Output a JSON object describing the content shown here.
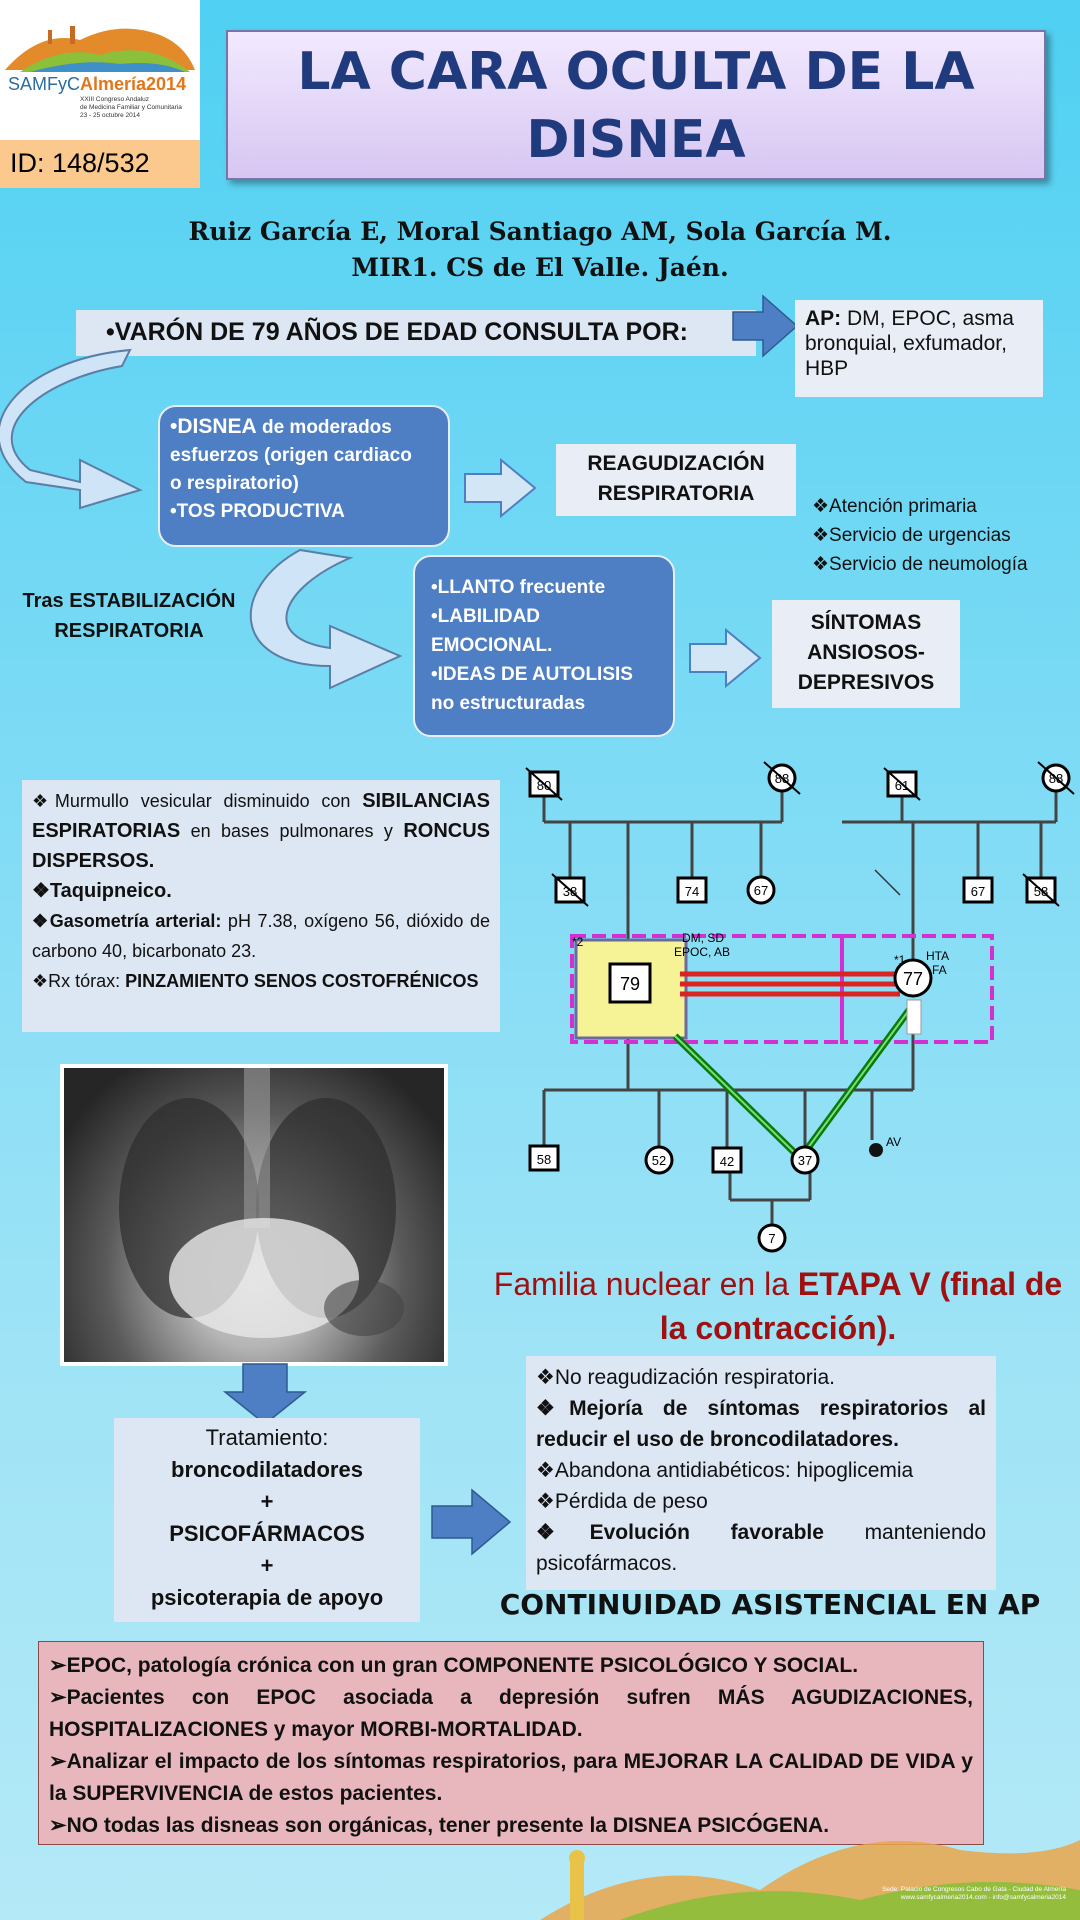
{
  "logo": {
    "brand1": "SAMFyC",
    "brand2": "Almería2014",
    "sub1": "XXIII Congreso Andaluz",
    "sub2": "de Medicina Familiar y Comunitaria",
    "sub3": "23 - 25 octubre 2014"
  },
  "poster_id": "ID: 148/532",
  "title": {
    "line1": "LA CARA OCULTA DE LA",
    "line2": "DISNEA"
  },
  "authors": {
    "line1": "Ruiz García E, Moral Santiago AM, Sola García M.",
    "line2": "MIR1. CS de El Valle. Jaén."
  },
  "consult": "•VARÓN DE 79 AÑOS DE EDAD CONSULTA POR:",
  "ap": {
    "label": "AP:",
    "text": "DM, EPOC, asma bronquial, exfumador, HBP"
  },
  "disnea_box": {
    "l1": "•DISNEA",
    "l1b": " de moderados",
    "l2": "esfuerzos (origen cardiaco",
    "l3": "o respiratorio)",
    "l4": "•TOS PRODUCTIVA"
  },
  "reagudizacion": {
    "l1": "REAGUDIZACIÓN",
    "l2": "RESPIRATORIA"
  },
  "services": [
    "❖Atención primaria",
    "❖Servicio de urgencias",
    "❖Servicio de neumología"
  ],
  "tras": {
    "l1": "Tras ESTABILIZACIÓN",
    "l2": "RESPIRATORIA"
  },
  "llanto_box": {
    "l1": "•LLANTO frecuente",
    "l2": "•LABILIDAD",
    "l3": "EMOCIONAL.",
    "l4": "•IDEAS DE AUTOLISIS",
    "l5": "no estructuradas"
  },
  "sintomas": {
    "l1": "SÍNTOMAS",
    "l2": "ANSIOSOS-",
    "l3": "DEPRESIVOS"
  },
  "exam": {
    "p1a": "❖Murmullo vesicular disminuido con ",
    "p1b": "SIBILANCIAS ESPIRATORIAS",
    "p1c": " en bases pulmonares y ",
    "p1d": "RONCUS DISPERSOS.",
    "p2": "❖Taquipneico.",
    "p3a": "❖Gasometría arterial:",
    "p3b": " pH 7.38, oxígeno 56, dióxido de carbono 40, bicarbonato 23.",
    "p4a": "❖Rx tórax: ",
    "p4b": "PINZAMIENTO SENOS COSTOFRÉNICOS"
  },
  "genogram": {
    "ages": [
      "80",
      "88",
      "61",
      "88",
      "38",
      "74",
      "67",
      "67",
      "58",
      "79",
      "77",
      "58",
      "52",
      "42",
      "37",
      "7"
    ],
    "notes": {
      "dm": "DM, SD",
      "epoc": "EPOC, AB",
      "hta": "HTA",
      "fa": "FA",
      "av": "AV",
      "n2": "*2",
      "n1": "*1"
    }
  },
  "familia": {
    "text": "Familia nuclear en la ",
    "bold": "ETAPA V (final de la contracción)."
  },
  "tratamiento": {
    "l1": "Tratamiento:",
    "l2": "broncodilatadores",
    "l3": "+",
    "l4": "PSICOFÁRMACOS",
    "l5": "+",
    "l6": "psicoterapia de apoyo"
  },
  "evolucion": {
    "p1": "❖No reagudización respiratoria.",
    "p2": "❖Mejoría de síntomas respiratorios al reducir el uso de broncodilatadores.",
    "p3": "❖Abandona antidiabéticos: hipoglicemia",
    "p4": "❖Pérdida de peso",
    "p5a": "❖Evolución favorable",
    "p5b": " manteniendo psicofármacos."
  },
  "continuidad": "CONTINUIDAD ASISTENCIAL EN AP",
  "conclusions": [
    "➢EPOC, patología crónica con un gran COMPONENTE PSICOLÓGICO Y SOCIAL.",
    "➢Pacientes con EPOC asociada a depresión sufren MÁS AGUDIZACIONES, HOSPITALIZACIONES y mayor MORBI-MORTALIDAD.",
    "➢Analizar el impacto de los síntomas respiratorios, para MEJORAR LA CALIDAD DE VIDA y la SUPERVIVENCIA de estos pacientes.",
    "➢NO todas las disneas son orgánicas, tener presente la DISNEA PSICÓGENA."
  ],
  "footer": {
    "l1": "Sede: Palacio de Congresos Cabo de Gata - Ciudad de Almería",
    "l2": "www.samfycalmeria2014.com - info@samfycalmeria2014"
  },
  "colors": {
    "background": "#4fd0f2",
    "title_text": "#1f3a7d",
    "box_blue": "#4e7ec3",
    "accent_red": "#a01010",
    "conclusion_bg": "#e8b7bd"
  }
}
